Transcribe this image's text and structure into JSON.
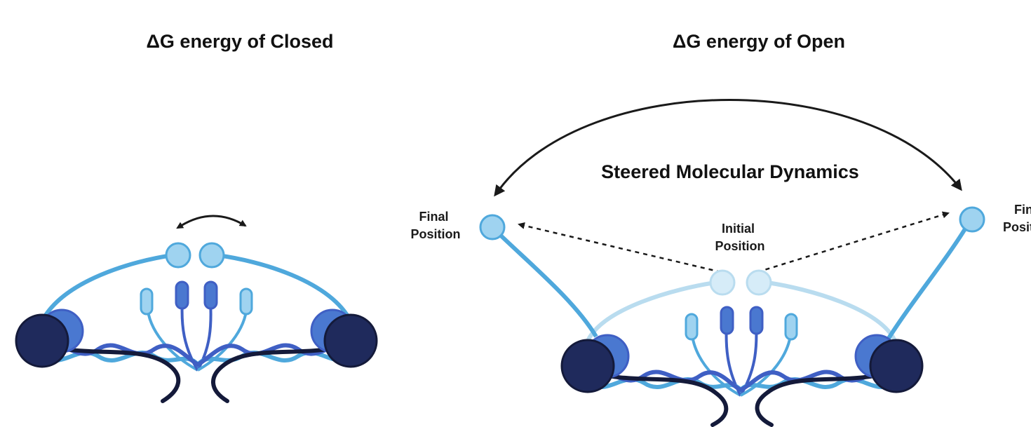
{
  "titles": {
    "closed": "ΔG energy  of Closed",
    "open": "ΔG energy of Open"
  },
  "labels": {
    "steered": "Steered Molecular Dynamics",
    "final_line1": "Final",
    "final_line2": "Position",
    "initial_line1": "Initial",
    "initial_line2": "Position"
  },
  "colors": {
    "navy": "#1f2a5c",
    "dark_line": "#141a3a",
    "royal": "#3f5fc4",
    "medium_blue": "#4a78d0",
    "light_blue": "#4fa8dc",
    "pale_blue": "#9fd3f0",
    "faded_blue": "#b9dcef",
    "arrow": "#1a1a1a"
  }
}
